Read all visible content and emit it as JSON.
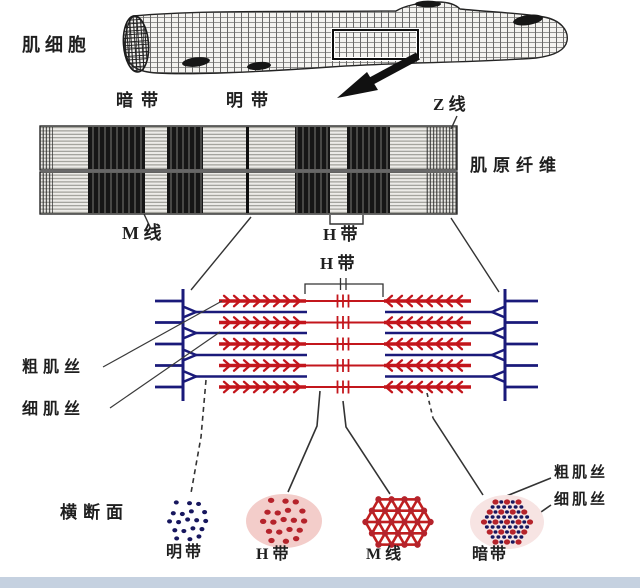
{
  "figure": {
    "top": {
      "muscle_cell": "肌细胞",
      "dark_band": "暗带",
      "light_band": "明带",
      "z_line": "Z 线"
    },
    "myofibril": {
      "label": "肌原纤维",
      "m_line": "M 线",
      "h_band": "H 带"
    },
    "sarcomere": {
      "h_band": "H 带",
      "thick_filament": "粗肌丝",
      "thin_filament": "细肌丝"
    },
    "cross_sections": {
      "title": "横断面",
      "light_band": "明带",
      "h_band": "H 带",
      "m_line": "M 线",
      "dark_band": "暗带",
      "thick_filament": "粗肌丝",
      "thin_filament": "细肌丝"
    }
  },
  "colors": {
    "thick_filament_red": "#c3161c",
    "mesh_red": "#c01f1f",
    "dot_red": "#b5232b",
    "thin_filament_navy": "#1a1a7a",
    "dot_navy": "#17175e",
    "ink": "#262626",
    "leader_gray": "#3a3a3a",
    "h_band_halo": "#f3cdca",
    "dark_band_halo": "#f7e4e3",
    "footer_strip": "#c5d1e0"
  }
}
